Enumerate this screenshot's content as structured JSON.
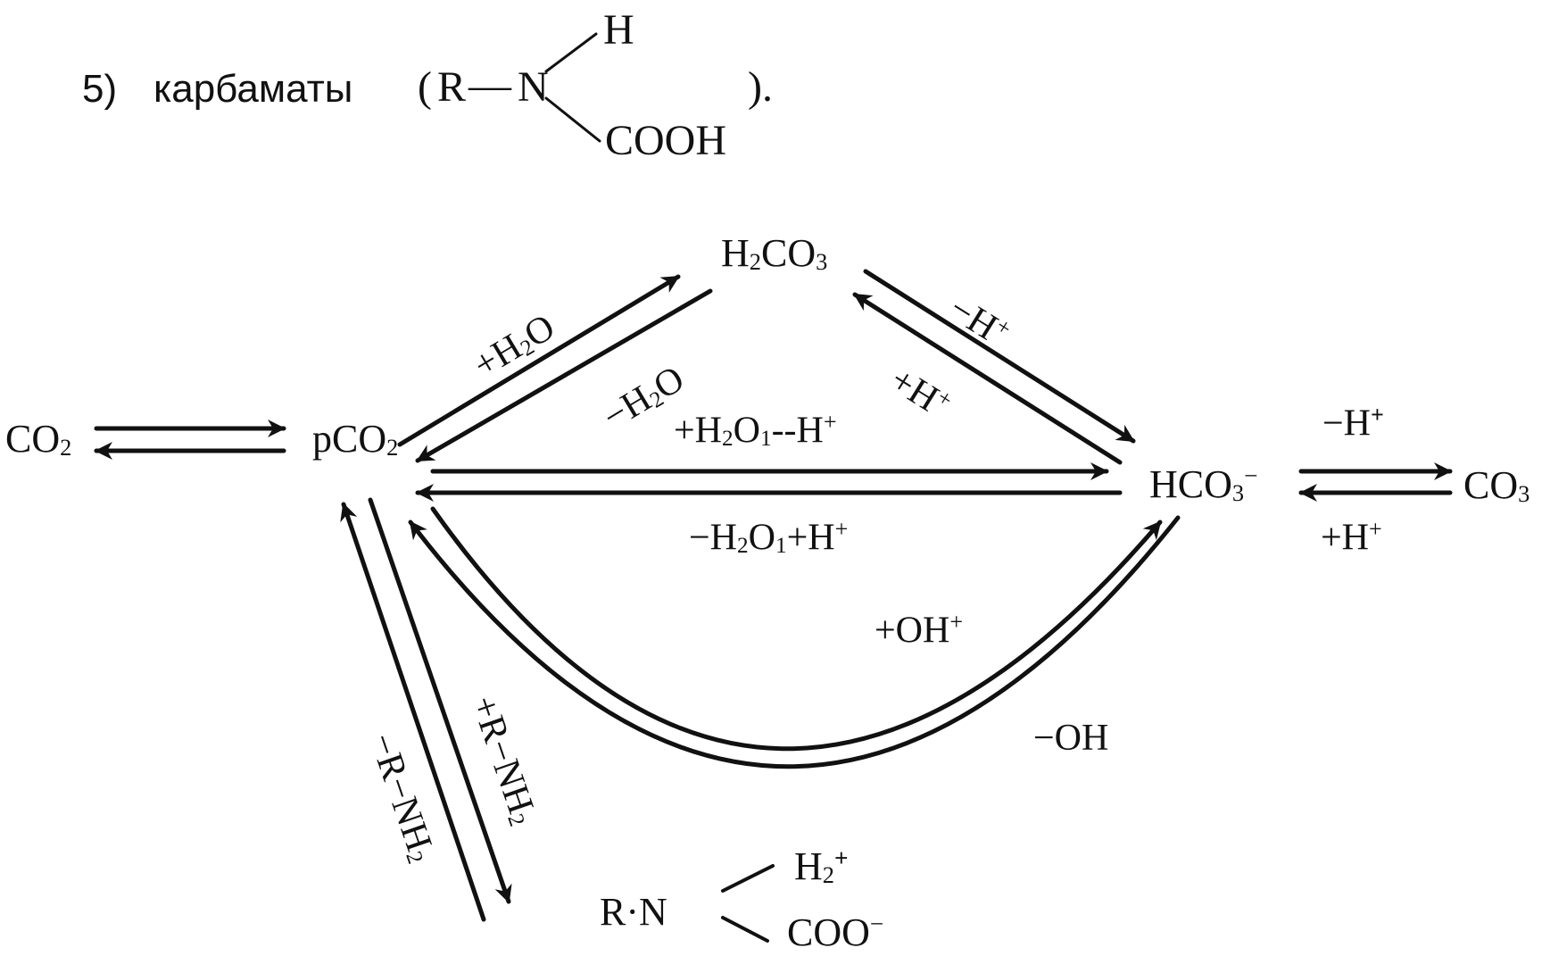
{
  "header": {
    "item_number": "5)",
    "word": "карбаматы",
    "paren_open": "(",
    "paren_close": ").",
    "formula_r": "R",
    "formula_dash": "—",
    "formula_n": "N",
    "formula_h": "H",
    "formula_cooh": "COOH"
  },
  "species": {
    "co2_left": {
      "main": "CO",
      "sub": "2"
    },
    "pco2": {
      "main": "pCO",
      "sub": "2"
    },
    "h2co3": {
      "a": "H",
      "sub1": "2",
      "b": "CO",
      "sub2": "3"
    },
    "hco3": {
      "main": "HCO",
      "sub": "3",
      "sup": "−"
    },
    "co3_right": {
      "main": "CO",
      "sub": "3"
    },
    "carbamate_rn": "R·N",
    "carbamate_h2": {
      "a": "H",
      "sub": "2",
      "sup": "+"
    },
    "carbamate_coo": {
      "a": "COO",
      "sup": "−"
    }
  },
  "conditions": {
    "plus_h2o": {
      "a": "+H",
      "sub": "2",
      "b": "O"
    },
    "minus_h2o": {
      "a": "−H",
      "sub": "2",
      "b": "O"
    },
    "minus_h_top": {
      "a": "−H",
      "sup": "+"
    },
    "plus_h_diag": {
      "a": "+H",
      "sup": "+"
    },
    "plus_h2o_minus_h": {
      "a": "+H",
      "sub": "2",
      "b": "O",
      "sub2": "1",
      "c": "--H",
      "sup": "+"
    },
    "minus_h2o_plus_h": {
      "a": "−H",
      "sub": "2",
      "b": "O",
      "sub2": "1",
      "c": "+H",
      "sup": "+"
    },
    "minus_h_right": {
      "a": "−H",
      "sup": "+"
    },
    "plus_h_right": {
      "a": "+H",
      "sup": "+"
    },
    "plus_oh": {
      "a": "+OH",
      "sup": "+"
    },
    "minus_oh": "−OH",
    "minus_r_nh2": {
      "a": "−R−NH",
      "sub": "2"
    },
    "plus_r_nh2": {
      "a": "+R−NH",
      "sub": "2"
    }
  },
  "colors": {
    "ink": "#111111",
    "background": "#ffffff"
  }
}
